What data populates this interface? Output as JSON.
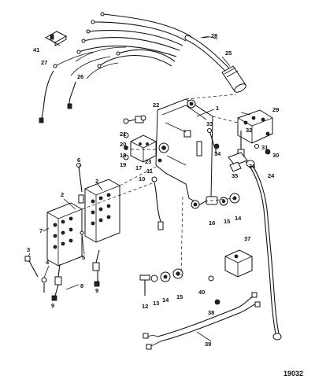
{
  "figure_number": "19032",
  "callouts": [
    "1",
    "2",
    "3",
    "4",
    "5",
    "6",
    "7",
    "8",
    "9",
    "10",
    "11",
    "12",
    "13",
    "14",
    "15",
    "16",
    "17",
    "18",
    "19",
    "20",
    "21",
    "22",
    "23",
    "24",
    "25",
    "26",
    "27",
    "28",
    "29",
    "30",
    "31",
    "32",
    "33",
    "34",
    "35",
    "36",
    "37",
    "38",
    "39",
    "40",
    "41"
  ]
}
